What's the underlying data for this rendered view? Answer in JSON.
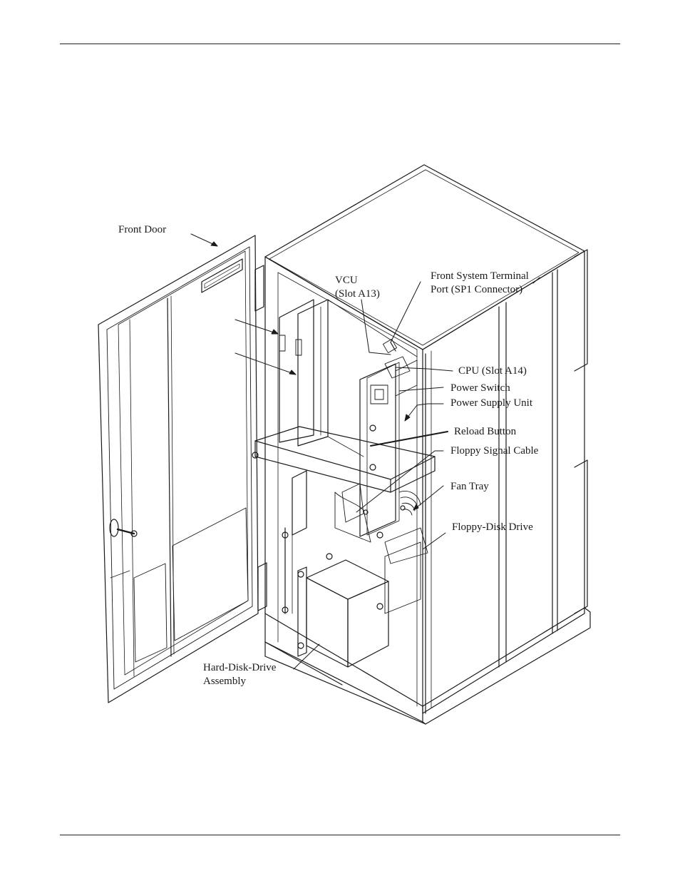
{
  "colors": {
    "ink": "#1a1a1a",
    "paper": "#ffffff"
  },
  "callouts": {
    "front_door": "Front Door",
    "vcu_line1": "VCU",
    "vcu_line2": "(Slot A13)",
    "terminal_line1": "Front System Terminal",
    "terminal_line2": "Port (SP1 Connector)",
    "cpu": "CPU (Slot A14)",
    "power_switch": "Power Switch",
    "power_supply": "Power Supply Unit",
    "reload_button": "Reload Button",
    "floppy_signal_cable": "Floppy Signal Cable",
    "fan_tray": "Fan Tray",
    "floppy_disk_drive": "Floppy-Disk Drive",
    "hard_disk_line1": "Hard-Disk-Drive",
    "hard_disk_line2": "Assembly"
  }
}
